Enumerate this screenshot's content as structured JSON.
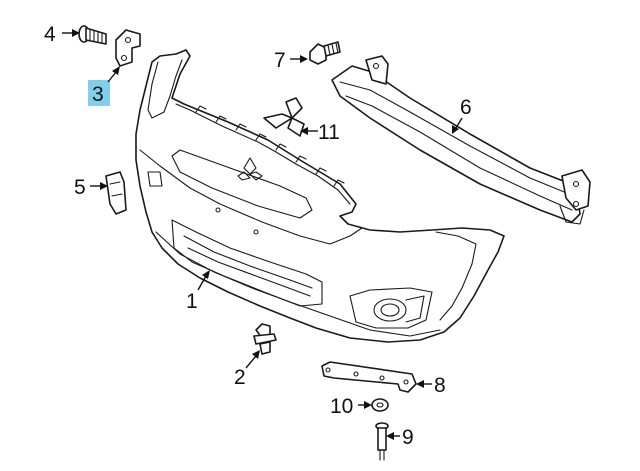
{
  "colors": {
    "highlight": "#7fd0ea",
    "line": "#1a1a1a",
    "background": "#ffffff"
  },
  "callouts": [
    {
      "id": "1",
      "label": "1",
      "part": "bumper-cover"
    },
    {
      "id": "2",
      "label": "2",
      "part": "push-clip"
    },
    {
      "id": "3",
      "label": "3",
      "part": "bracket",
      "highlighted": true
    },
    {
      "id": "4",
      "label": "4",
      "part": "bolt"
    },
    {
      "id": "5",
      "label": "5",
      "part": "side-retainer"
    },
    {
      "id": "6",
      "label": "6",
      "part": "impact-bar"
    },
    {
      "id": "7",
      "label": "7",
      "part": "flange-bolt"
    },
    {
      "id": "8",
      "label": "8",
      "part": "lower-bracket"
    },
    {
      "id": "9",
      "label": "9",
      "part": "rivet"
    },
    {
      "id": "10",
      "label": "10",
      "part": "washer"
    },
    {
      "id": "11",
      "label": "11",
      "part": "emblem"
    }
  ]
}
